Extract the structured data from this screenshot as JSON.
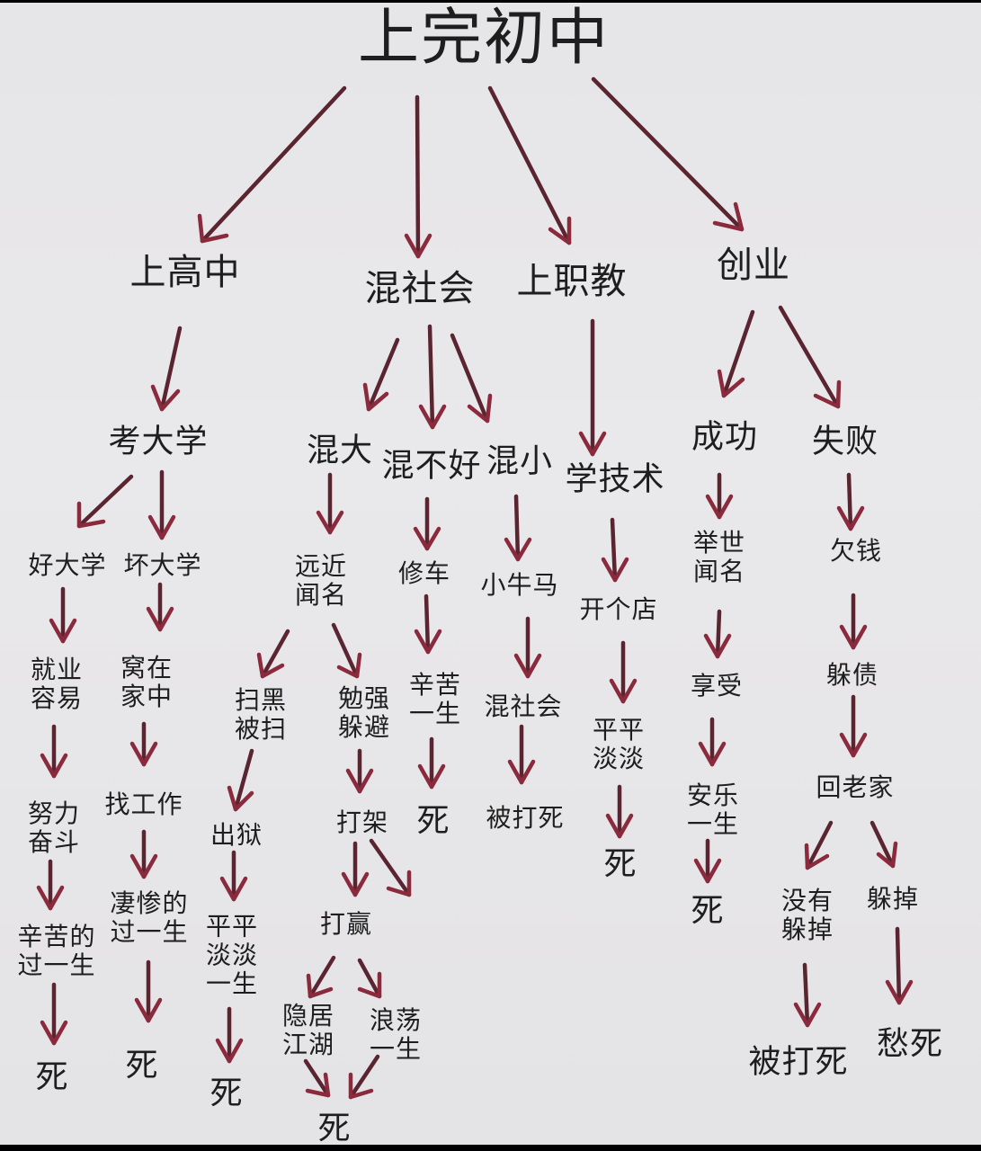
{
  "diagram": {
    "title": "上完初中",
    "arrow_color": "#7a2232",
    "text_color": "#1e1e1e",
    "background": "#e7e6e9",
    "nodes": {
      "high_school": "上高中",
      "society": "混社会",
      "vocational": "上职教",
      "startup": "创业",
      "college_exam": "考大学",
      "big_time": "混大",
      "not_well": "混不好",
      "small_time": "混小",
      "learn_skill": "学技术",
      "success": "成功",
      "failure": "失败",
      "good_uni": "好大学",
      "bad_uni": "坏大学",
      "famous_near": "远近\n闻名",
      "fix_car": "修车",
      "workhorse": "小牛马",
      "open_shop": "开个店",
      "world_famous": "举世\n闻名",
      "owe_money": "欠钱",
      "easy_job": "就业\n容易",
      "stay_home": "窝在\n家中",
      "crackdown": "扫黑\n被扫",
      "barely_escape": "勉强\n躲避",
      "hard_life": "辛苦\n一生",
      "society2": "混社会",
      "plain": "平平\n淡淡",
      "enjoy": "享受",
      "hide_debt": "躲债",
      "work_hard": "努力\n奋斗",
      "find_job": "找工作",
      "prison_out": "出狱",
      "fight": "打架",
      "death_fixcar": "死",
      "beaten_death_1": "被打死",
      "comfort_life": "安乐\n一生",
      "go_home": "回老家",
      "bitter_life": "辛苦的\n过一生",
      "miserable_life": "凄惨的\n过一生",
      "plain_life": "平平\n淡淡\n一生",
      "win_fight": "打赢",
      "death_shop": "死",
      "death_success": "死",
      "not_escaped": "没有\n躲掉",
      "escaped": "躲掉",
      "retire_jianghu": "隐居\n江湖",
      "wander_life": "浪荡\n一生",
      "death_1": "死",
      "death_2": "死",
      "death_3": "死",
      "death_4": "死",
      "beaten_death_2": "被打死",
      "worry_death": "愁死"
    }
  }
}
